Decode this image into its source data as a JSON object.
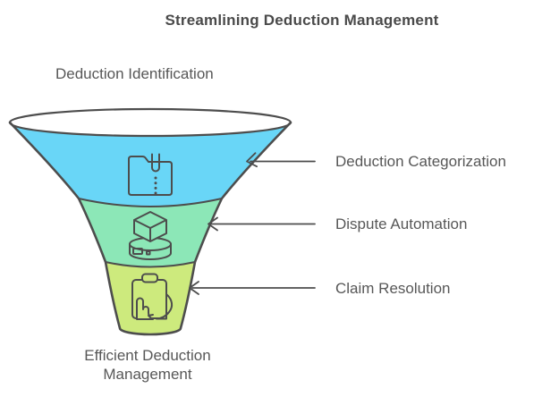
{
  "title": "Streamlining Deduction Management",
  "funnel": {
    "top_label": "Deduction Identification",
    "bottom_label_lines": [
      "Efficient Deduction",
      "Management"
    ],
    "stroke_color": "#4d4d4d",
    "stages": [
      {
        "label": "Deduction Categorization",
        "color": "#69d6f7",
        "icon": "folder-bookmark-icon"
      },
      {
        "label": "Dispute Automation",
        "color": "#8ce7b7",
        "icon": "package-on-platform-icon"
      },
      {
        "label": "Claim Resolution",
        "color": "#cdea7d",
        "icon": "clipboard-hand-icon"
      }
    ]
  },
  "colors": {
    "background": "#ffffff",
    "title_text": "#4a4a4a",
    "label_text": "#575757",
    "outline": "#4d4d4d"
  }
}
